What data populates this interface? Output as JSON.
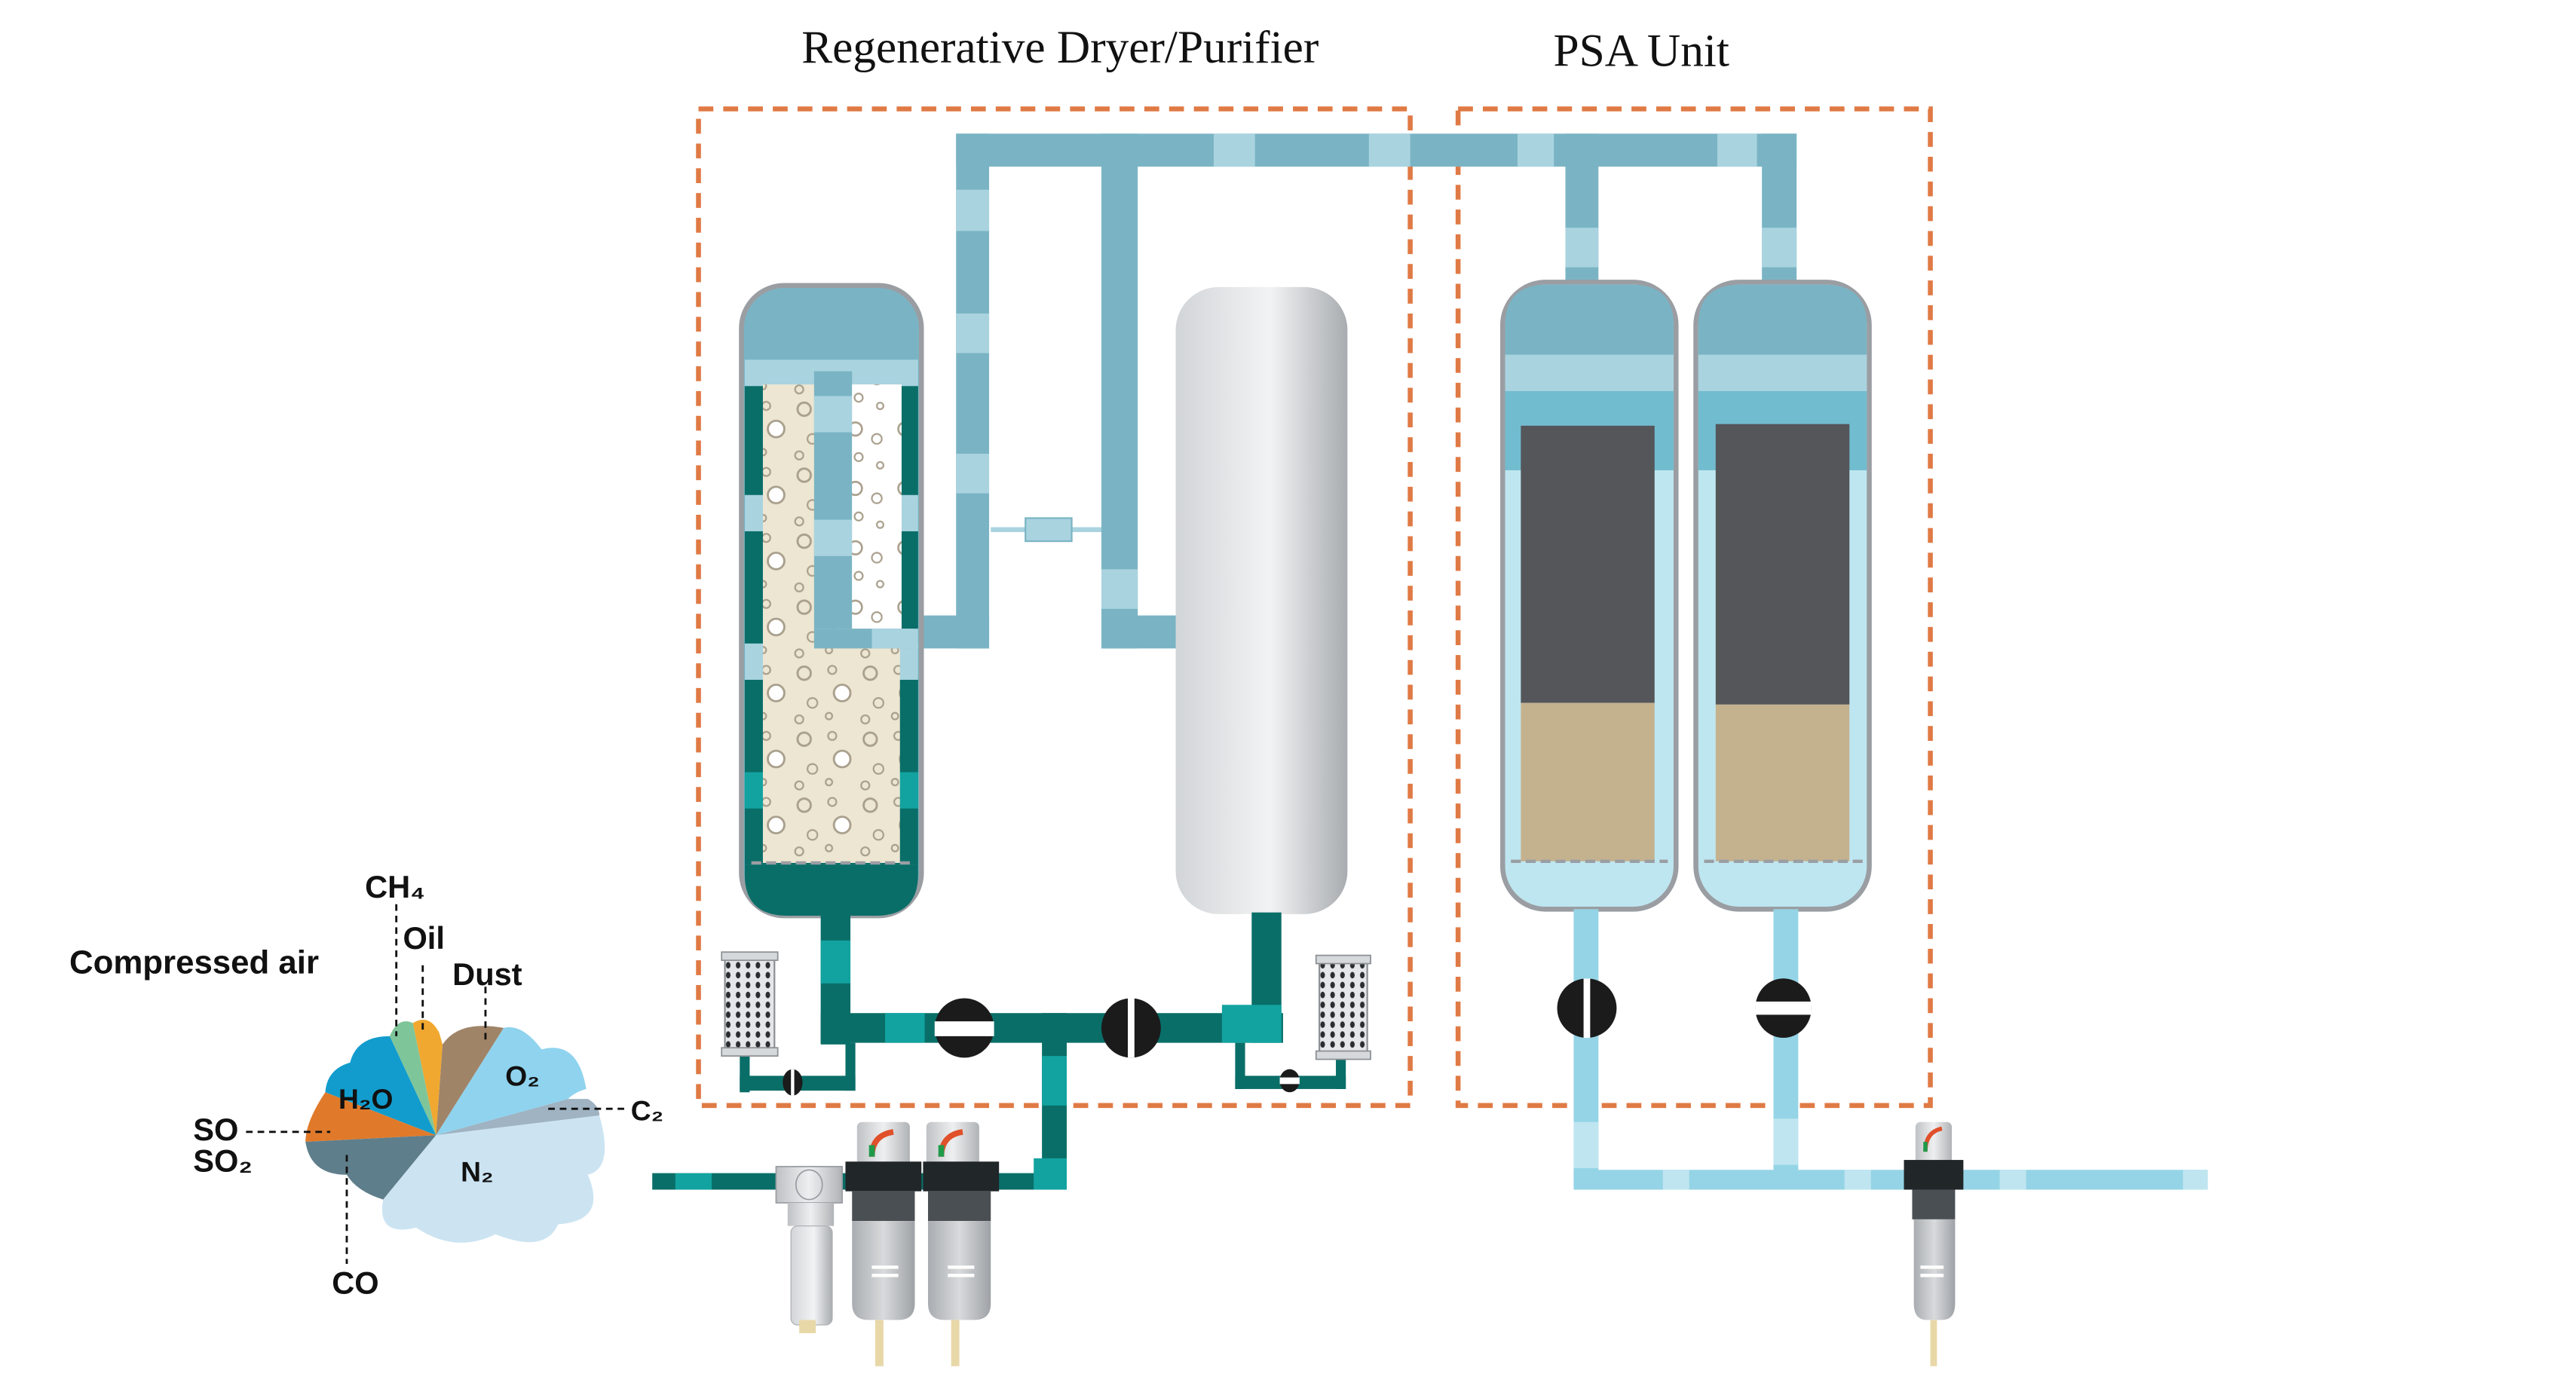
{
  "titles": {
    "dryer": "Regenerative Dryer/Purifier",
    "psa": "PSA Unit"
  },
  "legend": {
    "heading": "Compressed air",
    "labels": {
      "ch4": "CH₄",
      "oil": "Oil",
      "dust": "Dust",
      "o2": "O₂",
      "c2": "C₂",
      "h2o": "H₂O",
      "so": "SO",
      "so2": "SO₂",
      "n2": "N₂",
      "co": "CO"
    },
    "segments": [
      {
        "name": "CH4",
        "color": "#7fc59a"
      },
      {
        "name": "Oil",
        "color": "#f0a830"
      },
      {
        "name": "Dust",
        "color": "#a08468"
      },
      {
        "name": "O2",
        "color": "#8fd3ee"
      },
      {
        "name": "C2",
        "color": "#9fb3c2"
      },
      {
        "name": "N2",
        "color": "#cce4f2"
      },
      {
        "name": "CO",
        "color": "#5f7e8c"
      },
      {
        "name": "SO/SO2",
        "color": "#e07a2a"
      },
      {
        "name": "H2O",
        "color": "#129ccd"
      }
    ]
  },
  "colors": {
    "boundary": "#e07a45",
    "pipe_wet": "#0a6e68",
    "pipe_wet_light": "#12a3a0",
    "pipe_regen": "#7ab4c4",
    "pipe_regen_light": "#a9d3df",
    "pipe_product": "#94d4e6",
    "pipe_product_light": "#bfe5f0",
    "desiccant": "#ece6d2",
    "carbon_sieve": "#54565a",
    "sand_layer": "#c4b28f",
    "vessel_shell": "#9a9ea3"
  },
  "valves": [
    {
      "id": "dryer-left-valve",
      "state": "closed"
    },
    {
      "id": "dryer-right-valve",
      "state": "open"
    },
    {
      "id": "psa-left-valve",
      "state": "open"
    },
    {
      "id": "psa-right-valve",
      "state": "closed"
    }
  ]
}
